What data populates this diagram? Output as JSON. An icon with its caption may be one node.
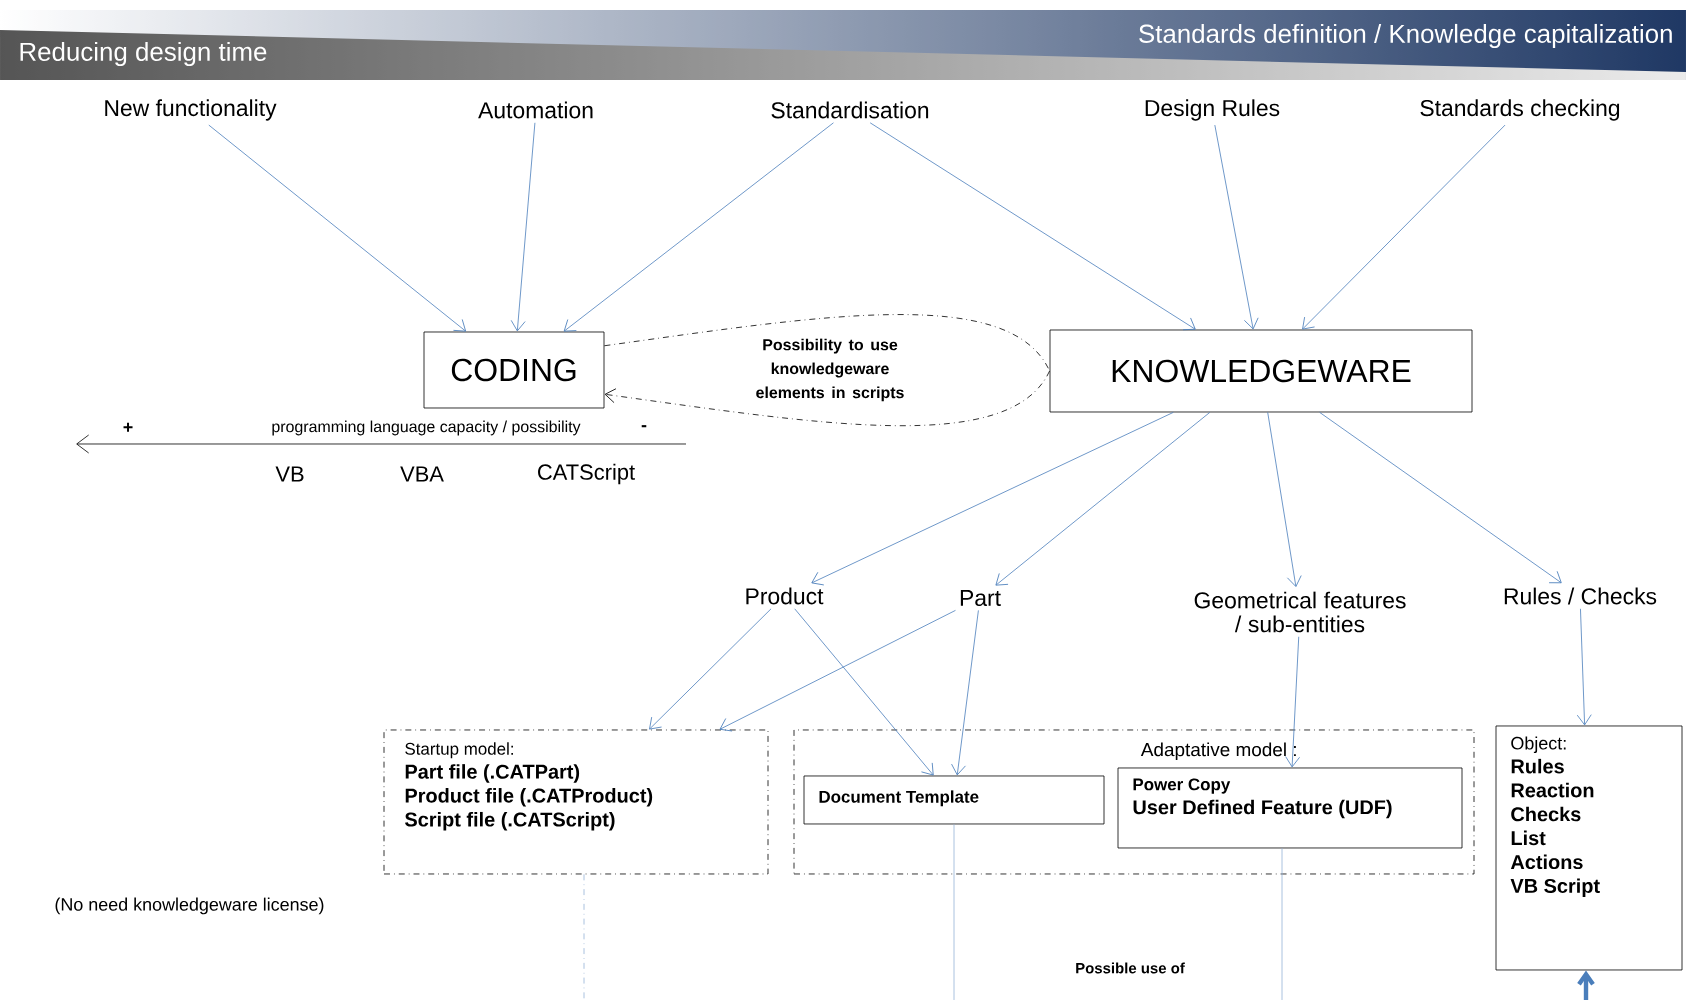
{
  "diagram": {
    "nodes": [
      {
        "text": [
          "New functionality"
        ]
      },
      {
        "text": [
          "Automation"
        ]
      },
      {
        "text": [
          "Standardisation"
        ]
      },
      {
        "text": [
          "Design Rules"
        ]
      },
      {
        "text": [
          "Standards checking"
        ]
      },
      {
        "text": [
          "CODING"
        ]
      },
      {
        "text": [
          "KNOWLEDGEWARE"
        ]
      },
      {
        "text": [
          "Product"
        ]
      },
      {
        "text": [
          "Part"
        ]
      },
      {
        "text": [
          "Geometrical features / sub-entities"
        ]
      },
      {
        "text": [
          "Rules / Checks"
        ]
      },
      {
        "text": [
          "Startup model:",
          "Part file (.CATPart)",
          "Product file (.CATProduct)",
          "Script file (.CATScript)"
        ]
      },
      {
        "text": [
          "Adaptative model :"
        ]
      },
      {
        "text": [
          "Document Template"
        ],
        "in": 12
      },
      {
        "text": [
          "Power Copy",
          "User Defined Feature (UDF)"
        ],
        "in": 12
      },
      {
        "text": [
          "Object:",
          "Rules",
          "Reaction",
          "Checks",
          "List",
          "Actions",
          "VB Script"
        ]
      }
    ],
    "edges": [
      {
        "from": 0,
        "to": 5,
        "arrow": "to"
      },
      {
        "from": 1,
        "to": 5,
        "arrow": "to"
      },
      {
        "from": 2,
        "to": 5,
        "arrow": "to"
      },
      {
        "from": 2,
        "to": 6,
        "arrow": "to"
      },
      {
        "from": 3,
        "to": 6,
        "arrow": "to"
      },
      {
        "from": 4,
        "to": 6,
        "arrow": "to"
      },
      {
        "from": 6,
        "to": 5,
        "arrow": "to",
        "label": "Possibility to use knowledgeware elements in scripts",
        "style": "dashed",
        "color": "#000000"
      },
      {
        "from": 6,
        "to": 7,
        "arrow": "to"
      },
      {
        "from": 6,
        "to": 8,
        "arrow": "to"
      },
      {
        "from": 6,
        "to": 9,
        "arrow": "to"
      },
      {
        "from": 6,
        "to": 10,
        "arrow": "to"
      },
      {
        "from": 7,
        "to": 11,
        "arrow": "to"
      },
      {
        "from": 8,
        "to": 11,
        "arrow": "to"
      },
      {
        "from": 7,
        "to": 13,
        "arrow": "to"
      },
      {
        "from": 8,
        "to": 13,
        "arrow": "to"
      },
      {
        "from": 9,
        "to": 14,
        "arrow": "to"
      },
      {
        "from": 10,
        "to": 15,
        "arrow": "to"
      },
      {
        "from": 11,
        "to": null,
        "arrow": "none",
        "style": "dashed",
        "color": "#95b3d7"
      },
      {
        "from": 13,
        "to": null,
        "arrow": "none",
        "color": "#95b3d7"
      },
      {
        "from": 14,
        "to": null,
        "arrow": "none",
        "color": "#95b3d7"
      },
      {
        "from": null,
        "to": 15,
        "arrow": "to",
        "style": "thick"
      }
    ],
    "labels": [
      "Reducing design time",
      "Standards definition / Knowledge capitalization",
      "+",
      "programming language capacity / possibility",
      "-",
      "VB",
      "VBA",
      "CATScript",
      "(No need knowledgeware license)",
      "Possible use of"
    ]
  }
}
